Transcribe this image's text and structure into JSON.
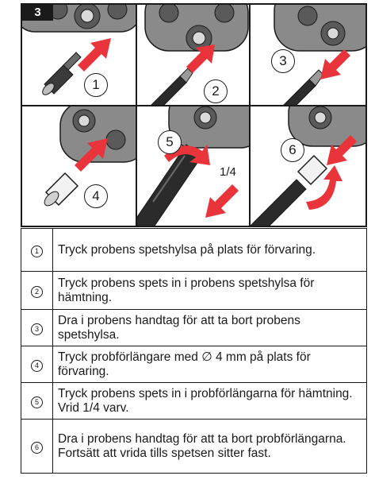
{
  "figure": {
    "number": "3",
    "panels": [
      {
        "marker": "1"
      },
      {
        "marker": "2"
      },
      {
        "marker": "3"
      },
      {
        "marker": "4"
      },
      {
        "marker": "5",
        "rotation_label": "1/4"
      },
      {
        "marker": "6"
      }
    ]
  },
  "steps": [
    {
      "num": "1",
      "text": "Tryck probens spetshylsa på plats för förvaring."
    },
    {
      "num": "2",
      "text": "Tryck probens spets in i probens spetshylsa för hämtning."
    },
    {
      "num": "3",
      "text": "Dra i probens handtag för att ta bort probens spetshylsa."
    },
    {
      "num": "4",
      "text": "Tryck probförlängare med ∅ 4 mm på plats för förvaring."
    },
    {
      "num": "5",
      "text": "Tryck probens spets in i probförlängarna för hämtning. Vrid 1/4 varv."
    },
    {
      "num": "6",
      "text": "Dra i probens handtag för att ta bort probförlängarna. Fortsätt att vrida tills spetsen sitter fast."
    }
  ],
  "colors": {
    "arrow": "#e8343a",
    "holder": "#8a8a8a",
    "dark": "#2b2b2b",
    "line": "#1a1a1a"
  },
  "icons": [
    "probe-holder",
    "probe-sleeve",
    "probe-tip",
    "probe-extension",
    "push-arrow",
    "rotate-arrow"
  ]
}
